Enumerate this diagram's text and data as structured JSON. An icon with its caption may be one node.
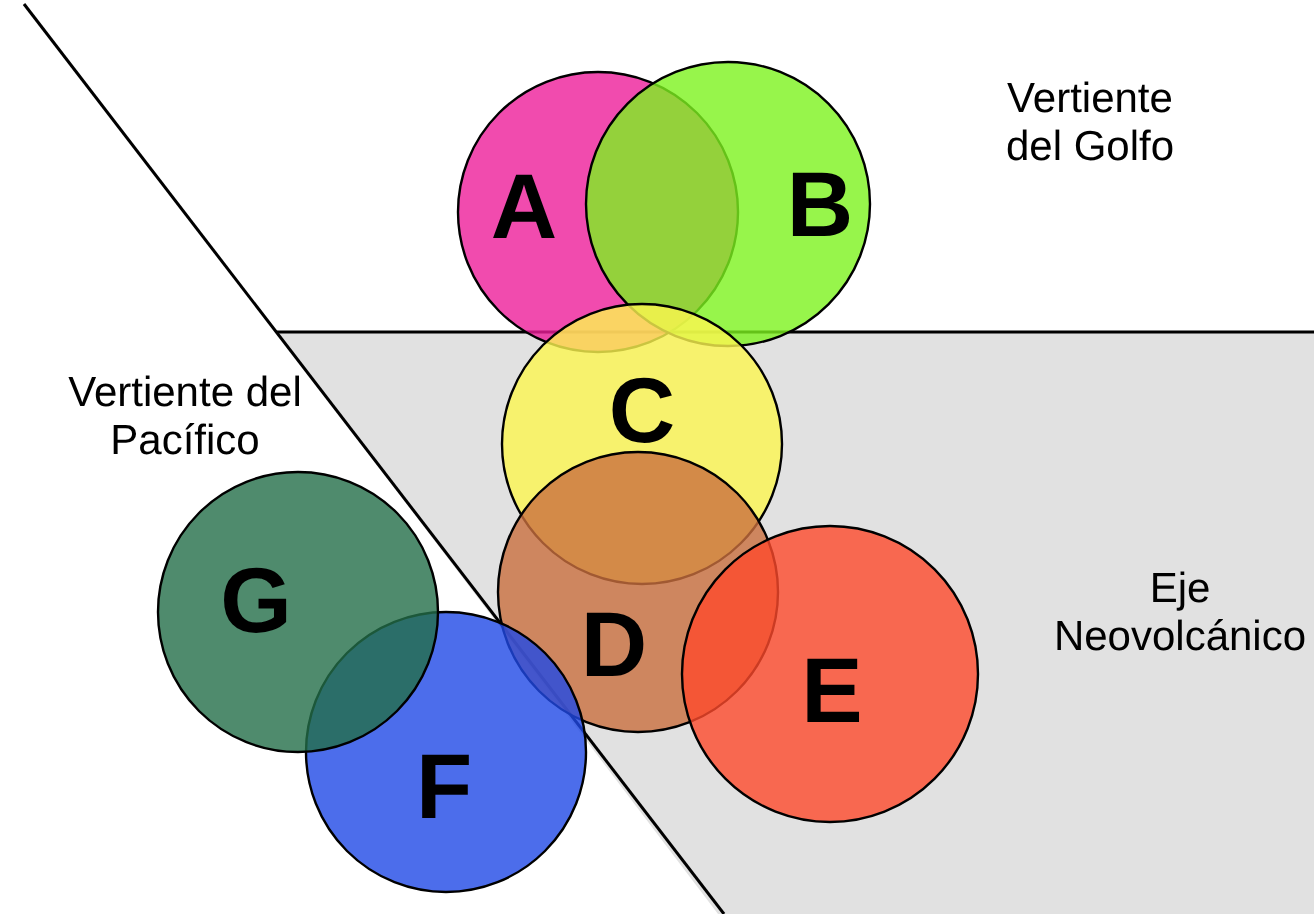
{
  "diagram": {
    "nodes": [
      {
        "text": [
          "A"
        ]
      },
      {
        "text": [
          "B"
        ]
      },
      {
        "text": [
          "C"
        ]
      },
      {
        "text": [
          "D"
        ]
      },
      {
        "text": [
          "E"
        ]
      },
      {
        "text": [
          "F"
        ]
      },
      {
        "text": [
          "G"
        ]
      }
    ],
    "labels": [
      "Vertiente del Golfo",
      "Vertiente del Pacífico",
      "Eje Neovolcánico"
    ]
  }
}
